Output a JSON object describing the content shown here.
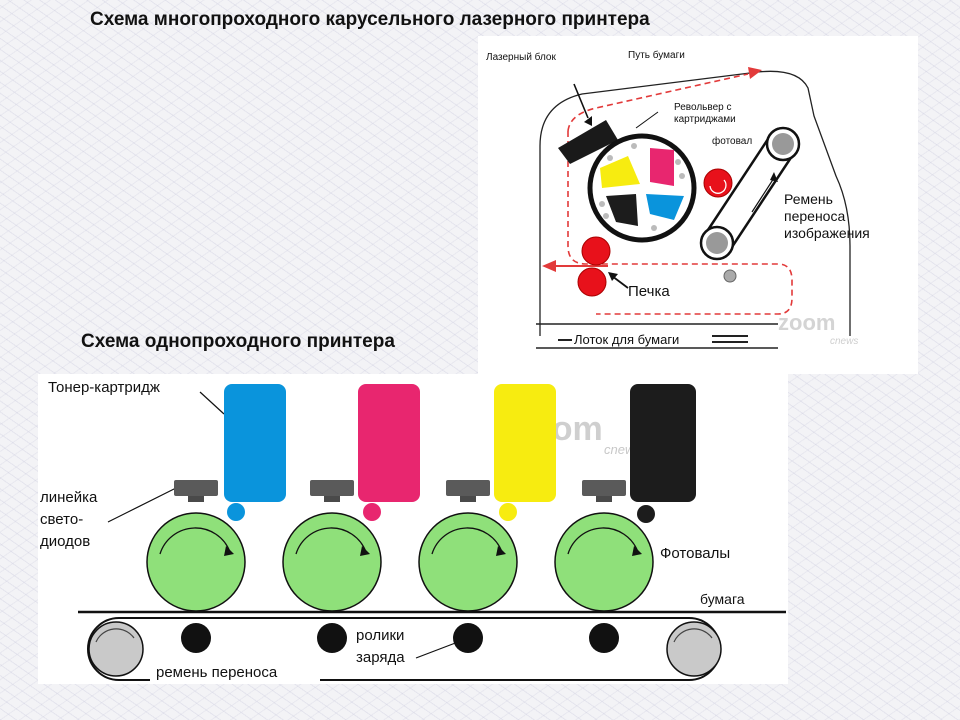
{
  "titles": {
    "multipass": "Схема многопроходного карусельного лазерного принтера",
    "singlepass": "Схема однопроходного принтера"
  },
  "multipass_diagram": {
    "laser_unit": "Лазерный блок",
    "paper_path": "Путь бумаги",
    "revolver_line1": "Револьвер с",
    "revolver_line2": "картриджами",
    "photo_drum": "фотовал",
    "belt_line1": "Ремень",
    "belt_line2": "переноса",
    "belt_line3": "изображения",
    "fuser": "Печка",
    "paper_tray": "Лоток для бумаги",
    "watermark_brand": "zoom",
    "watermark_sub": "cnews"
  },
  "singlepass_diagram": {
    "toner_cartridge": "Тонер-картридж",
    "led_line1": "линейка",
    "led_line2": "свето-",
    "led_line3": "диодов",
    "photo_drums": "Фотовалы",
    "paper": "бумага",
    "charge_rollers_line1": "ролики",
    "charge_rollers_line2": "заряда",
    "transfer_belt": "ремень переноса",
    "watermark_brand": "zoom",
    "watermark_sub": "cnews"
  },
  "colors": {
    "cyan": "#0a94dc",
    "magenta": "#e8266f",
    "yellow": "#f7ec10",
    "black": "#1c1c1c",
    "drum_green": "#8fe07a",
    "paper_path_red": "#e23a3a",
    "roller_red": "#e8111b",
    "led_gray": "#5a5a5a"
  }
}
